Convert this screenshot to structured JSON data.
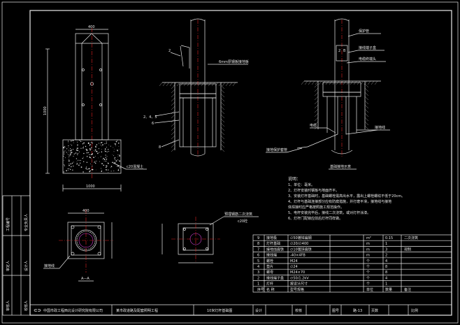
{
  "labels": {
    "dim_top": "400",
    "dim_left": "1000",
    "dim_bottom": "1000",
    "concrete_base": "c20混凝土",
    "section": "A—A",
    "ground_wire": "接地线",
    "pipe_label": "6mm厚钢板接地板",
    "fig2_tag1": "2",
    "fig2_tag2": "2、4、5",
    "fig2_tag3": "6",
    "fig2_tag4": "8",
    "protect_tube": "保护管",
    "terminal_box": "接线端子盒",
    "cable_head": "电缆终端头",
    "cable": "电缆",
    "ground_line": "接地线",
    "cable_sleeve": "接地保护套管",
    "fig3_caption": "基础接地示意",
    "fig4_label": "预埋钢筋二次浇筑",
    "fig4_sub": "c20砼"
  },
  "notes": {
    "title": "说明：",
    "items": [
      "1、单位：毫米。",
      "2、灯杆安装时钢板与地面齐平。",
      "3、安装灯杆基础时，基础螺栓需高出水平，露出上螺栓螺纹不低于20cm。",
      "4、灯杆与基础连接部分应有防腐措施，并打磨平滑，接地线与接地",
      "   体焊接时应严格按照施工规范操作。",
      "5、电杆安装完毕后，接线二次浇筑，或对灯杆涂漆。",
      "6、灯杆门配锁应前后灯杆同样做。"
    ]
  },
  "bom": {
    "rows": [
      {
        "no": "9",
        "name": "接地极",
        "spec": "∅50镀锌扁钢",
        "unit": "m²",
        "qty": "0.15",
        "note": "二次浇筑"
      },
      {
        "no": "8",
        "name": "灯杆基础",
        "spec": "∅20/∅400",
        "unit": "m",
        "qty": "1",
        "note": ""
      },
      {
        "no": "7",
        "name": "接地线扁铁",
        "spec": "∅10镀锌扁铁",
        "unit": "m",
        "qty": "3",
        "note": "现制"
      },
      {
        "no": "6",
        "name": "接线端",
        "spec": "-40×4FB",
        "unit": "m",
        "qty": "2",
        "note": ""
      },
      {
        "no": "5",
        "name": "螺栓",
        "spec": "M24",
        "unit": "个",
        "qty": "4",
        "note": ""
      },
      {
        "no": "4",
        "name": "垫片",
        "spec": "∅24",
        "unit": "个",
        "qty": "8",
        "note": ""
      },
      {
        "no": "3",
        "name": "螺母",
        "spec": "M24×70",
        "unit": "个",
        "qty": "8",
        "note": ""
      },
      {
        "no": "2",
        "name": "接线端子盒",
        "spec": "∅50/1.2kV",
        "unit": "个",
        "qty": "4",
        "note": ""
      },
      {
        "no": "1",
        "name": "灯杆",
        "spec": "按设计尺寸",
        "unit": "个",
        "qty": "1",
        "note": ""
      }
    ],
    "header": {
      "no": "序号",
      "name": "名 称",
      "spec": "型号规格",
      "unit": "单位",
      "qty": "数量",
      "note": "备注"
    }
  },
  "side_strip": {
    "rows": [
      [
        "工程编号",
        "",
        "专业负责人"
      ],
      [
        "审定人",
        "",
        "设计人"
      ],
      [
        "审核人",
        "",
        "校核人"
      ]
    ]
  },
  "title_block": {
    "company": "中国市政工程西北设计研究院有限公司",
    "project": "某市政道路及配套照明工程",
    "drawing": "10米灯杆基础图",
    "design_label": "设计",
    "check_label": "校核",
    "num_label": "图号",
    "num_value": "路-13",
    "page_label": "页数",
    "scale_label": "比例"
  }
}
